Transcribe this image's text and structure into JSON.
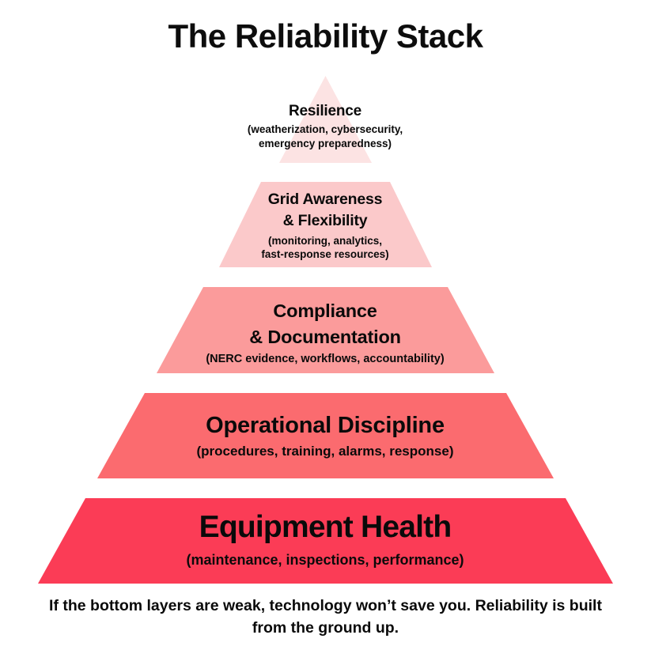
{
  "title": "The Reliability Stack",
  "diagram": {
    "type": "pyramid",
    "orientation": "apex-top",
    "tier_count": 5,
    "tiers": [
      {
        "level": 1,
        "position": "top",
        "shape": "triangle",
        "label": "Resilience",
        "sublabel": "(weatherization, cybersecurity, emergency preparedness)",
        "sublabel_line_1": "(weatherization, cybersecurity,",
        "sublabel_line_2": "emergency preparedness)",
        "color": "#FCE3E3"
      },
      {
        "level": 2,
        "position": "upper-middle",
        "shape": "trapezoid",
        "label": "Grid Awareness & Flexibility",
        "label_line_1": "Grid Awareness",
        "label_line_2": "& Flexibility",
        "sublabel": "(monitoring, analytics, fast-response resources)",
        "sublabel_line_1": "(monitoring, analytics,",
        "sublabel_line_2": "fast-response resources)",
        "color": "#FBC9CA"
      },
      {
        "level": 3,
        "position": "middle",
        "shape": "trapezoid",
        "label": "Compliance & Documentation",
        "label_line_1": "Compliance",
        "label_line_2": "& Documentation",
        "sublabel": "(NERC evidence, workflows, accountability)",
        "color": "#FB9B9B"
      },
      {
        "level": 4,
        "position": "lower-middle",
        "shape": "trapezoid",
        "label": "Operational Discipline",
        "sublabel": "(procedures, training, alarms, response)",
        "color": "#FB6B6F"
      },
      {
        "level": 5,
        "position": "base",
        "shape": "trapezoid",
        "label": "Equipment Health",
        "sublabel": "(maintenance, inspections, performance)",
        "color": "#FB3C56"
      }
    ]
  },
  "footer": {
    "caption": "If the bottom layers are weak, technology won’t save you. Reliability is built from the ground up."
  },
  "colors": {
    "background": "#FFFFFF",
    "text": "#0A0A0A",
    "tier_1": "#FCE3E3",
    "tier_2": "#FBC9CA",
    "tier_3": "#FB9B9B",
    "tier_4": "#FB6B6F",
    "tier_5": "#FB3C56"
  }
}
